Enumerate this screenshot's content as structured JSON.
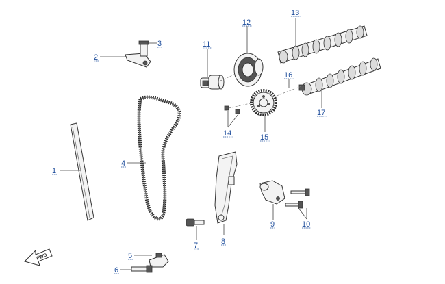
{
  "callouts": [
    {
      "id": "c1",
      "label": "1"
    },
    {
      "id": "c2",
      "label": "2"
    },
    {
      "id": "c3",
      "label": "3"
    },
    {
      "id": "c4",
      "label": "4"
    },
    {
      "id": "c5",
      "label": "5"
    },
    {
      "id": "c6",
      "label": "6"
    },
    {
      "id": "c7",
      "label": "7"
    },
    {
      "id": "c8",
      "label": "8"
    },
    {
      "id": "c9",
      "label": "9"
    },
    {
      "id": "c10",
      "label": "10"
    },
    {
      "id": "c11",
      "label": "11"
    },
    {
      "id": "c12",
      "label": "12"
    },
    {
      "id": "c13",
      "label": "13"
    },
    {
      "id": "c14",
      "label": "14"
    },
    {
      "id": "c15",
      "label": "15"
    },
    {
      "id": "c16",
      "label": "16"
    },
    {
      "id": "c17",
      "label": "17"
    }
  ],
  "fwd_label": "FWD",
  "colors": {
    "callout": "#1f4e9c",
    "line": "#333333",
    "part_fill": "#f3f3f3"
  }
}
